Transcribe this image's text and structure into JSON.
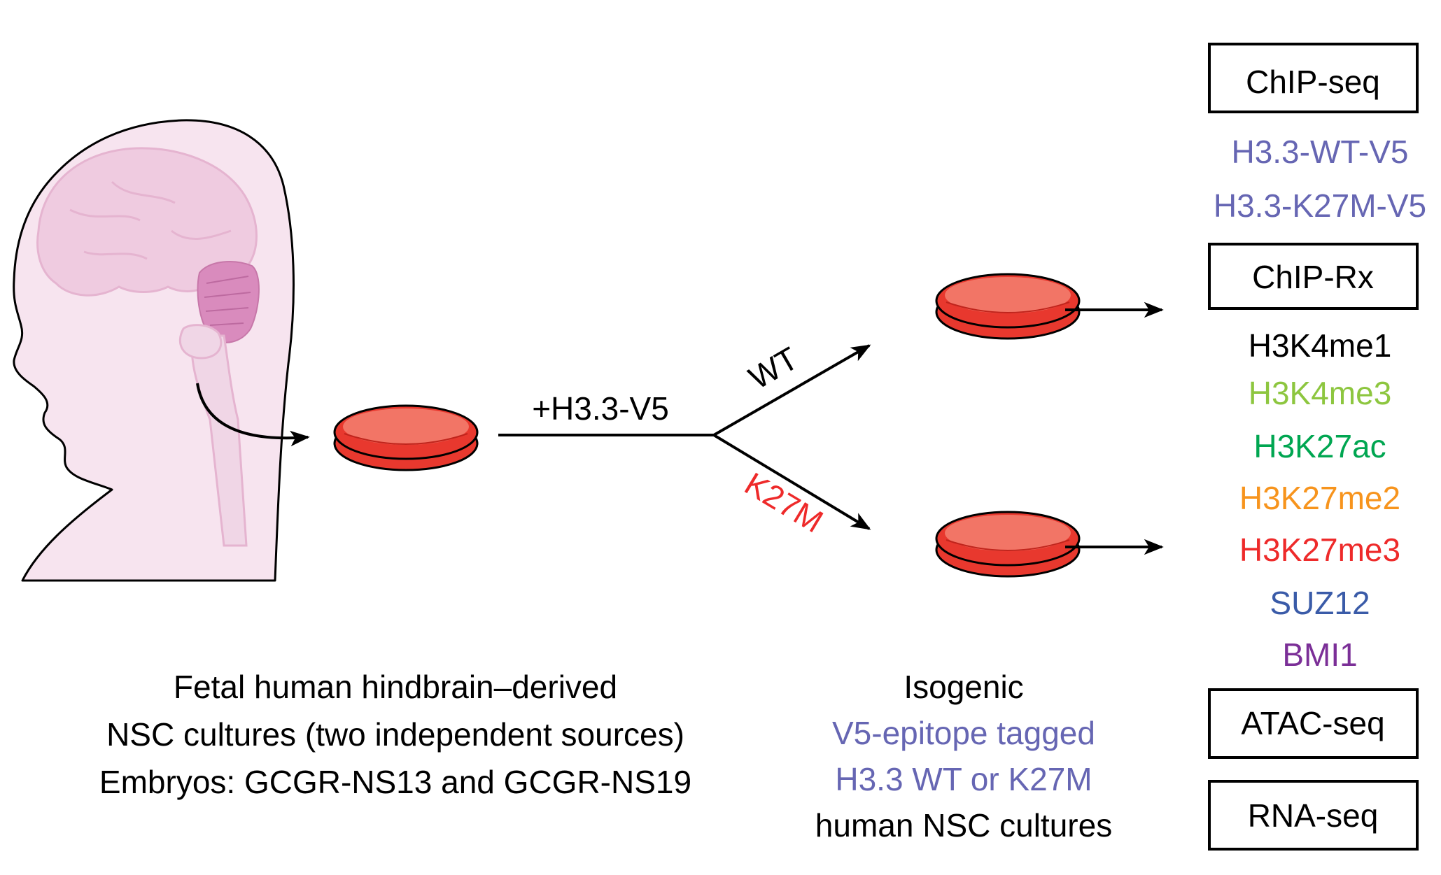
{
  "colors": {
    "black": "#000000",
    "blue_violet": "#6666b3",
    "red": "#ee2a2a",
    "green_light": "#8dc63f",
    "green": "#00a651",
    "orange": "#f7941d",
    "blue": "#3a5ba8",
    "purple": "#7b2f97",
    "dish_red": "#e8382e",
    "dish_inner": "#f27566",
    "head_fill": "#f7e4ef",
    "brain_fill": "#efcbe0",
    "brain_stroke": "#e5b4d0",
    "cerebellum": "#d98bbd"
  },
  "arrows": {
    "transfection_label": "+H3.3-V5",
    "branch_wt": "WT",
    "branch_k27m": "K27M"
  },
  "captions": {
    "left": [
      "Fetal human hindbrain–derived",
      "NSC cultures (two independent sources)",
      "Embryos: GCGR-NS13 and GCGR-NS19"
    ],
    "middle_line1": "Isogenic",
    "middle_line2": "V5-epitope tagged",
    "middle_line3": "H3.3 WT or K27M",
    "middle_line4": "human NSC cultures"
  },
  "assays": {
    "chip_seq": {
      "label": "ChIP-seq",
      "targets": [
        "H3.3-WT-V5",
        "H3.3-K27M-V5"
      ]
    },
    "chip_rx": {
      "label": "ChIP-Rx",
      "targets": [
        "H3K4me1",
        "H3K4me3",
        "H3K27ac",
        "H3K27me2",
        "H3K27me3",
        "SUZ12",
        "BMI1"
      ]
    },
    "atac_seq": {
      "label": "ATAC-seq"
    },
    "rna_seq": {
      "label": "RNA-seq"
    }
  }
}
